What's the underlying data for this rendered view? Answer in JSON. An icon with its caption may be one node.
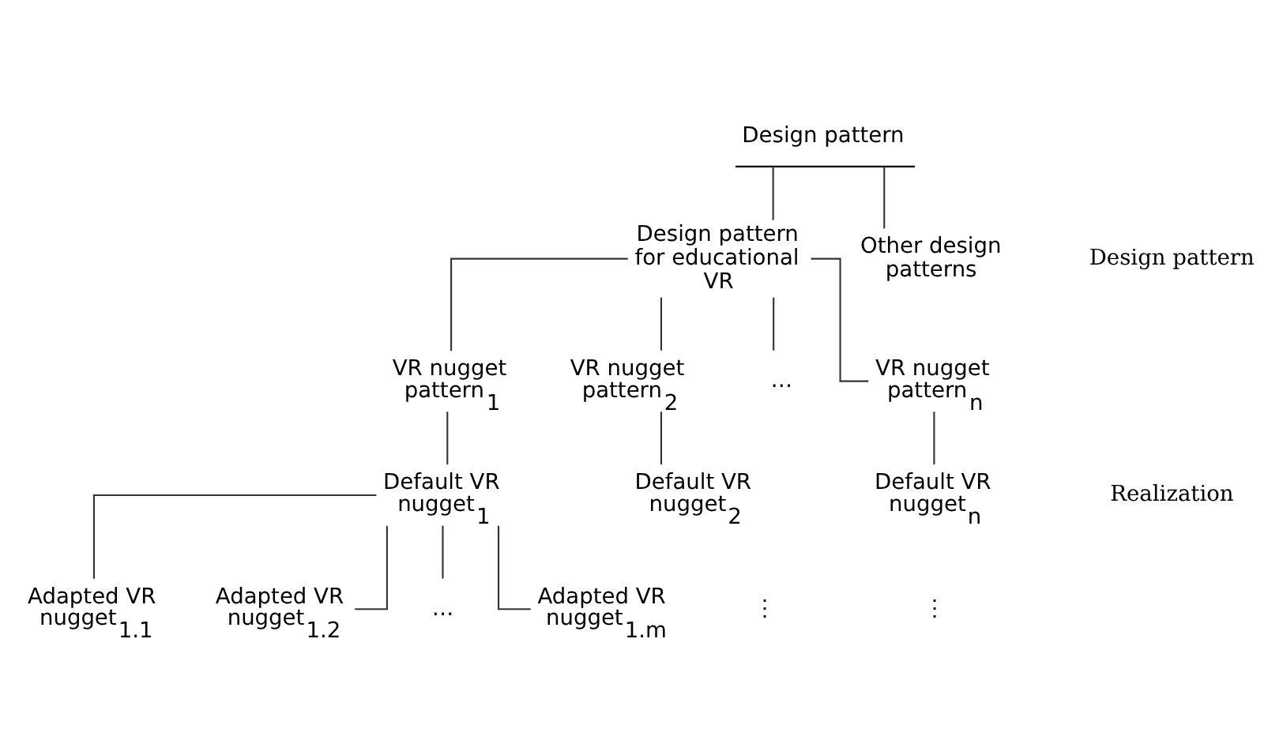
{
  "diagram": {
    "nodes": [
      {
        "text": [
          "Design pattern"
        ]
      },
      {
        "text": [
          "Design pattern for educational VR"
        ]
      },
      {
        "text": [
          "Other design patterns"
        ]
      },
      {
        "text": [
          "VR nugget pattern$_{1}$"
        ]
      },
      {
        "text": [
          "VR nugget pattern$_{2}$"
        ]
      },
      {
        "text": [
          "…"
        ]
      },
      {
        "text": [
          "VR nugget pattern$_{n}$"
        ]
      },
      {
        "text": [
          "Default VR nugget$_{1}$"
        ]
      },
      {
        "text": [
          "Default VR nugget$_{2}$"
        ]
      },
      {
        "text": [
          "Default VR nugget$_{n}$"
        ]
      },
      {
        "text": [
          "Adapted VR nugget$_{1.1}$"
        ]
      },
      {
        "text": [
          "Adapted VR nugget$_{1.2}$"
        ]
      },
      {
        "text": [
          "…"
        ]
      },
      {
        "text": [
          "Adapted VR nugget$_{1.m}$"
        ]
      }
    ],
    "edges": [
      {
        "from": 0,
        "to": 1,
        "arrow": "none"
      },
      {
        "from": 0,
        "to": 2,
        "arrow": "none"
      },
      {
        "from": 1,
        "to": 3,
        "arrow": "none"
      },
      {
        "from": 1,
        "to": 4,
        "arrow": "none"
      },
      {
        "from": 1,
        "to": 5,
        "arrow": "none"
      },
      {
        "from": 1,
        "to": 6,
        "arrow": "none"
      },
      {
        "from": 3,
        "to": 7,
        "arrow": "none"
      },
      {
        "from": 4,
        "to": 8,
        "arrow": "none"
      },
      {
        "from": 6,
        "to": 9,
        "arrow": "none"
      },
      {
        "from": 7,
        "to": 10,
        "arrow": "none"
      },
      {
        "from": 7,
        "to": 11,
        "arrow": "none"
      },
      {
        "from": 7,
        "to": 12,
        "arrow": "none"
      },
      {
        "from": 7,
        "to": 13,
        "arrow": "none"
      }
    ],
    "labels": [
      "Design pattern",
      "Realization",
      "⋮",
      "⋮"
    ]
  }
}
